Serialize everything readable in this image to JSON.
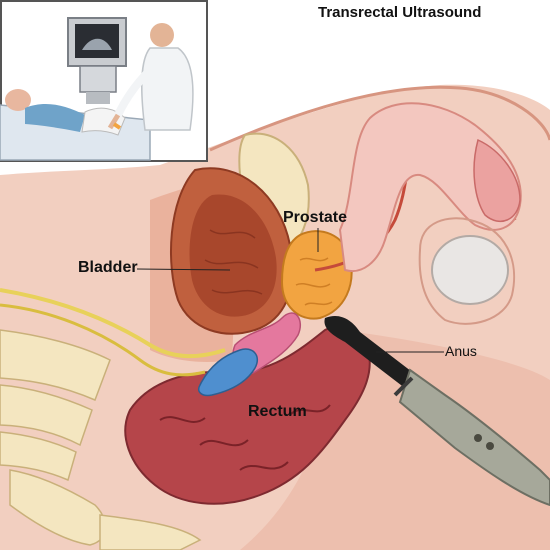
{
  "title": "Transrectal Ultrasound",
  "labels": {
    "prostate": "Prostate",
    "bladder": "Bladder",
    "rectum": "Rectum",
    "anus": "Anus"
  },
  "colors": {
    "skin": "#f2cfc0",
    "skin_shadow": "#e2a995",
    "bladder": "#c0603e",
    "bladder_inner": "#a8472c",
    "prostate": "#f2a441",
    "rectum": "#b5454a",
    "bone": "#f4e6c0",
    "vessel_blue": "#4f8fcf",
    "vessel_pink": "#e4789e",
    "nerve": "#e8d15a",
    "probe_dark": "#1e1e1e",
    "probe_handle": "#a6a89a",
    "inset_border": "#555555"
  },
  "icons": {
    "inset": "doctor-patient-scene-icon",
    "probe": "ultrasound-probe-icon",
    "monitor": "ultrasound-monitor-icon"
  }
}
